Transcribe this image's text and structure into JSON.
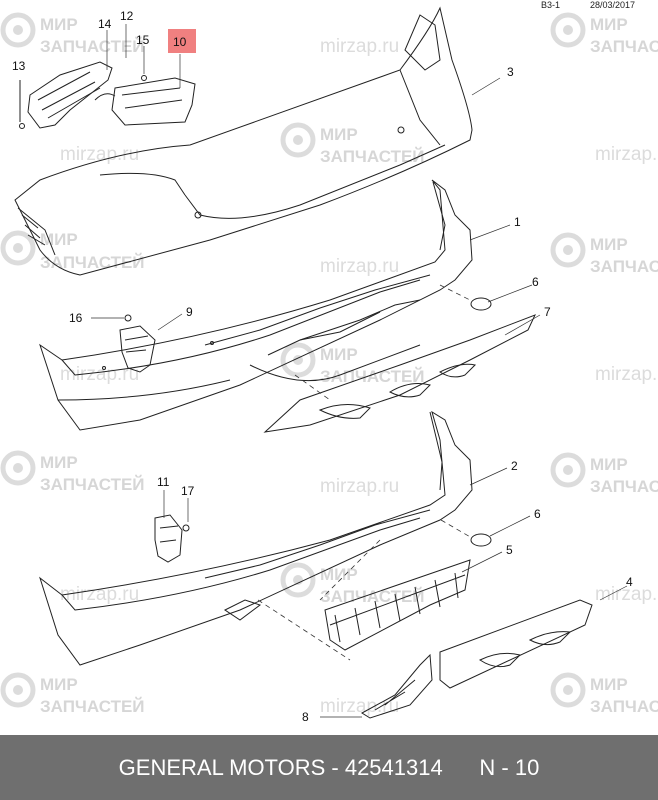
{
  "header": {
    "sheet": "B3-1",
    "date": "28/03/2017"
  },
  "watermark": {
    "line1": "МИР",
    "line2": "ЗАПЧАСТЕЙ",
    "url": "mirzap.ru"
  },
  "callouts": {
    "c1": "1",
    "c2": "2",
    "c3": "3",
    "c4": "4",
    "c5": "5",
    "c6a": "6",
    "c6b": "6",
    "c7": "7",
    "c8": "8",
    "c9": "9",
    "c10": "10",
    "c11": "11",
    "c12": "12",
    "c13": "13",
    "c14": "14",
    "c15": "15",
    "c16": "16",
    "c17": "17"
  },
  "highlight_color": "#f08080",
  "footer": {
    "brand": "GENERAL MOTORS",
    "separator": " - ",
    "part_number": "42541314",
    "ref": "N - 10"
  }
}
